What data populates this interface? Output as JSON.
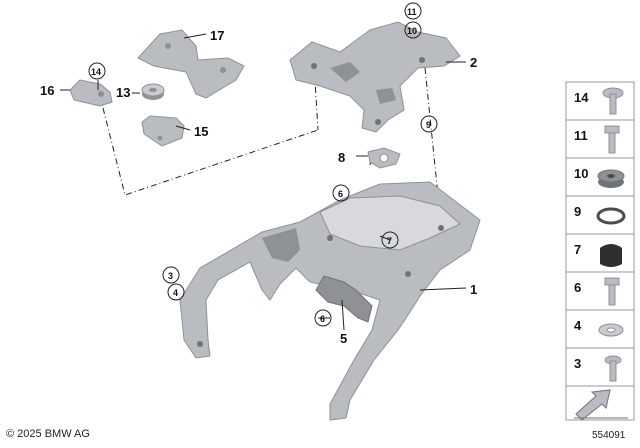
{
  "diagram": {
    "callouts": {
      "c1": "1",
      "c2": "2",
      "c3": "3",
      "c4": "4",
      "c5": "5",
      "c6a": "6",
      "c6b": "6",
      "c7": "7",
      "c8": "8",
      "c9": "9",
      "c10": "10",
      "c11": "11",
      "c13": "13",
      "c14": "14",
      "c15": "15",
      "c16": "16",
      "c17": "17"
    }
  },
  "side_panel": {
    "items": [
      {
        "label": "14",
        "icon": "screw-round-head-icon"
      },
      {
        "label": "11",
        "icon": "bolt-icon"
      },
      {
        "label": "10",
        "icon": "rubber-grommet-icon"
      },
      {
        "label": "9",
        "icon": "o-ring-icon"
      },
      {
        "label": "7",
        "icon": "rubber-buffer-icon"
      },
      {
        "label": "6",
        "icon": "bolt-icon"
      },
      {
        "label": "4",
        "icon": "washer-icon"
      },
      {
        "label": "3",
        "icon": "screw-icon"
      }
    ],
    "direction_icon": "arrow-direction-icon"
  },
  "footer": {
    "copyright": "© 2025 BMW AG",
    "diagram_id": "554091"
  },
  "colors": {
    "part_fill": "#b9bcc1",
    "part_dark": "#8e9196",
    "part_light": "#d7d9dc",
    "line": "#222222",
    "panel_border": "#9a9a9a"
  }
}
